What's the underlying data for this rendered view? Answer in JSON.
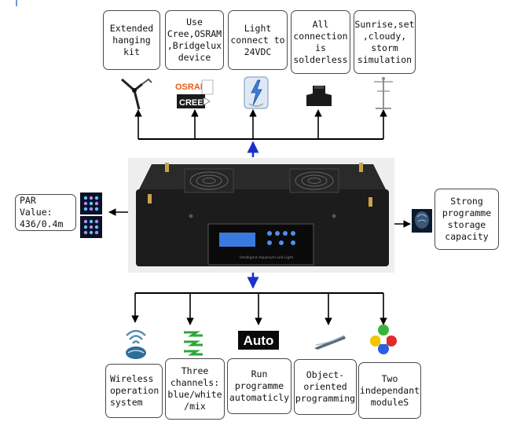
{
  "top_boxes": [
    {
      "text": "Extended\nhanging\nkit",
      "icon": "hanging-kit-icon"
    },
    {
      "text": "Use\nCree,OSRAM\n,Bridgelux\ndevice",
      "icon": "led-brand-logos-icon"
    },
    {
      "text": "Light\nconnect to\n24VDC",
      "icon": "power-bolt-icon"
    },
    {
      "text": "All\nconnection\nis\nsolderless",
      "icon": "connector-icon"
    },
    {
      "text": "Sunrise,set\n,cloudy,\nstorm\nsimulation",
      "icon": "stand-icon"
    }
  ],
  "left_box": {
    "text": "PAR Value:\n436/0.4m",
    "icon": "led-panel-icon"
  },
  "right_box": {
    "text": "Strong\nprogramme\nstorage\ncapacity",
    "icon": "brain-icon"
  },
  "bottom_boxes": [
    {
      "text": "Wireless\noperation\nsystem",
      "icon": "wireless-icon"
    },
    {
      "text": "Three\nchannels:\nblue/white\n/mix",
      "icon": "channels-icon"
    },
    {
      "text": "Run\nprogramme\nautomaticly",
      "icon": "auto-label-icon",
      "icon_label": "Auto"
    },
    {
      "text": "Object-\noriented\nprogramming",
      "icon": "pen-icon"
    },
    {
      "text": "Two\nindependant\nmoduleS",
      "icon": "color-modules-icon"
    }
  ],
  "device": {
    "panel_text": "Intelligent Aquarium Led Light"
  },
  "colors": {
    "arrow_blue": "#1a2fd0",
    "line_black": "#000000",
    "device_body": "#1c1c1c"
  }
}
